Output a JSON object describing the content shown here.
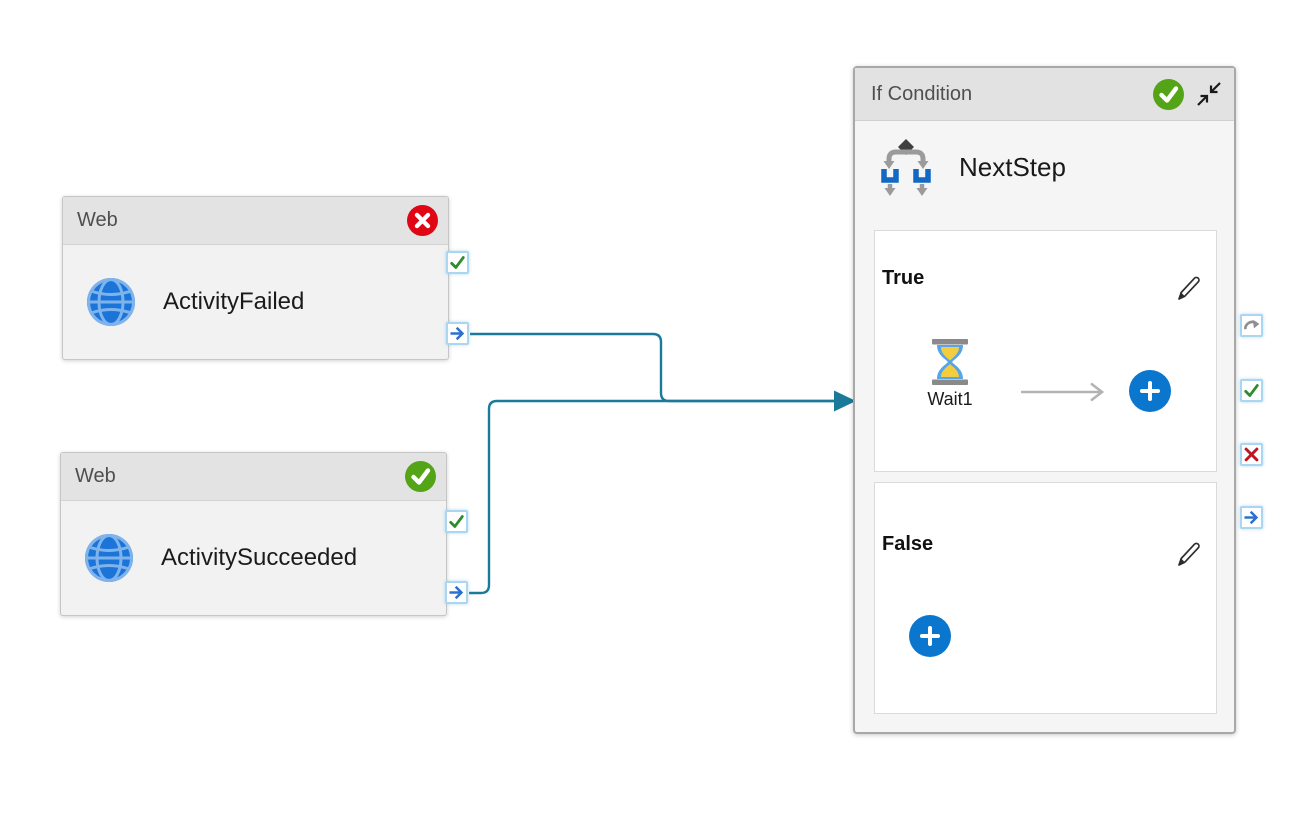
{
  "activities": {
    "web_failed": {
      "type_label": "Web",
      "name": "ActivityFailed",
      "status": "failed"
    },
    "web_succeeded": {
      "type_label": "Web",
      "name": "ActivitySucceeded",
      "status": "succeeded"
    },
    "if_condition": {
      "type_label": "If Condition",
      "name": "NextStep",
      "status": "succeeded",
      "true_branch": {
        "label": "True",
        "child_name": "Wait1",
        "child_type": "Wait"
      },
      "false_branch": {
        "label": "False"
      }
    }
  },
  "colors": {
    "connector_teal": "#1b7a99",
    "accent_blue": "#0b76ce",
    "success_green": "#54a417",
    "error_red": "#df0713",
    "port_border_blue": "#abd6f2",
    "header_gray": "#e3e3e3"
  }
}
